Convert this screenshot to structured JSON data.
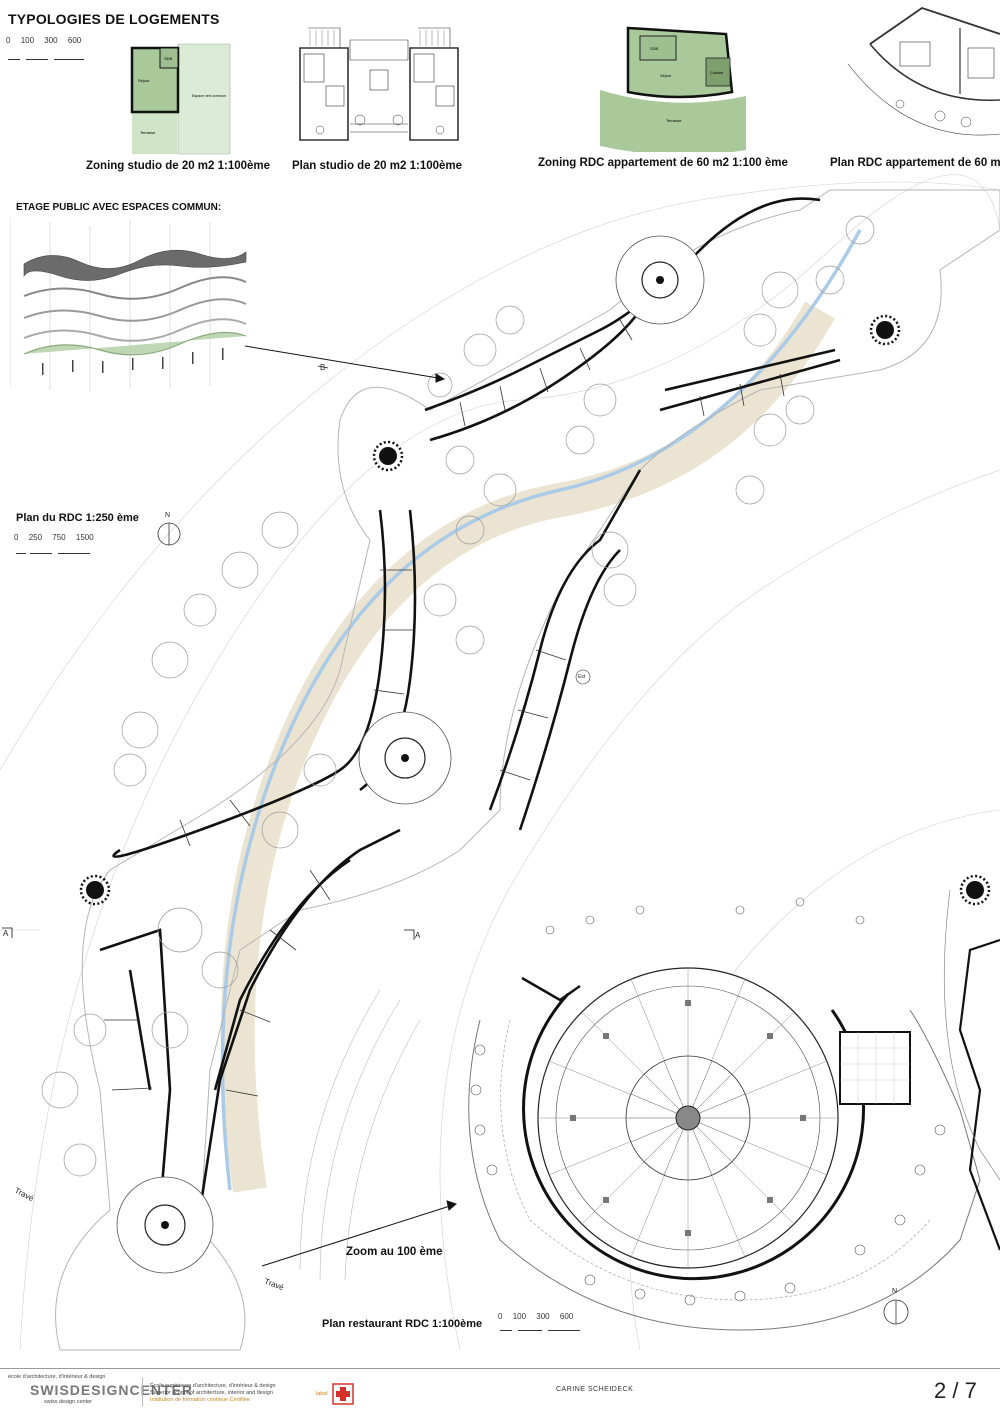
{
  "titles": {
    "typologies": "TYPOLOGIES DE LOGEMENTS",
    "etage": "ETAGE PUBLIC AVEC ESPACES COMMUN:",
    "plan_rdc": "Plan du RDC  1:250 ème"
  },
  "scales": {
    "top": [
      "0",
      "100",
      "300",
      "600"
    ],
    "rdc": [
      "0",
      "250",
      "750",
      "1500"
    ],
    "restaurant": [
      "0",
      "100",
      "300",
      "600"
    ]
  },
  "captions": {
    "zoning_studio": "Zoning studio de 20 m2  1:100ème",
    "plan_studio": "Plan studio de 20 m2   1:100ème",
    "zoning_rdc": "Zoning RDC appartement de 60 m2   1:100 ème",
    "plan_rdc_appart": "Plan RDC appartement de 60 m",
    "zoom": "Zoom au 100 ème",
    "plan_restaurant": "Plan restaurant RDC  1:100ème"
  },
  "map_labels": {
    "north": "N",
    "section_a": "A",
    "section_b": "B",
    "est": "Est",
    "trave_1": "Travé",
    "trave_2": "Travé"
  },
  "studio_zones": {
    "sdb": "SDB",
    "sejour": "Séjour",
    "terrasse": "Terrasse",
    "espace_vert": "Espace vert commun"
  },
  "appart_zones": {
    "sdb": "SDB",
    "sejour": "Séjour",
    "cuisine": "Cuisine",
    "terrasse": "Terrasse"
  },
  "footer": {
    "school_line_1": "école d'architecture, d'intérieur & design",
    "logo": "SWISDESIGNCENTER",
    "logo_sub": "swiss design center",
    "desc_1": "École supérieure d'architecture, d'intérieur & design",
    "desc_2": "Superior school of architecture, interior and design",
    "desc_3": "Institution de formation continue Certifiée",
    "label": "label",
    "author": "CARINE SCHEIDECK",
    "page": "2 / 7"
  },
  "colors": {
    "zone_green": "#a9c99a",
    "zone_green_light": "#cfe3c6",
    "river_blue": "#a9cbe8",
    "path_beige": "#ece4d2",
    "tree_gray": "#9a9a9a",
    "accent_orange": "#c8821a",
    "swiss_red": "#d6302a"
  }
}
